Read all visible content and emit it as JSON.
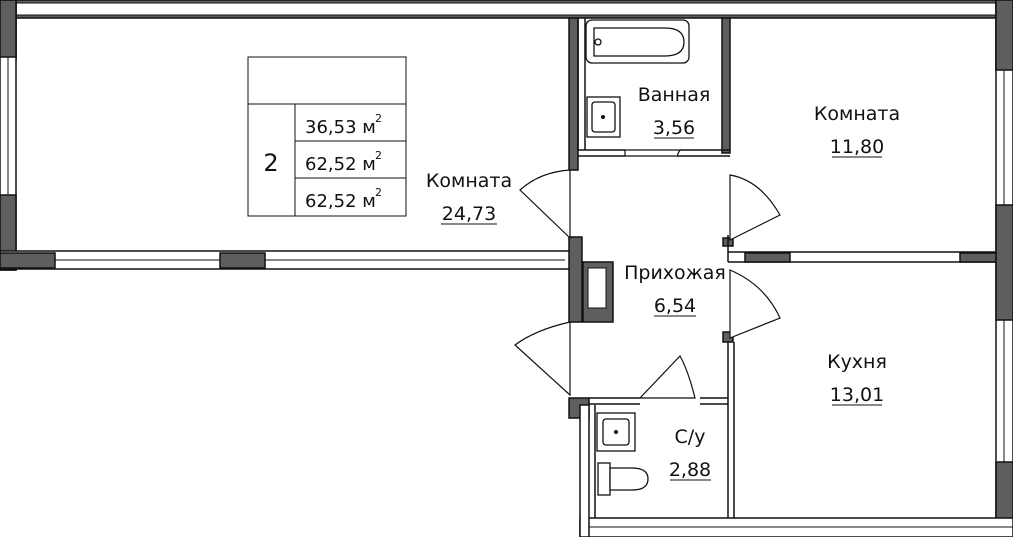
{
  "summary": {
    "rooms_count": "2",
    "area_living": "36,53 м",
    "area_total": "62,52 м",
    "area_total_with_balcony": "62,52 м",
    "area_unit_superscript": "2"
  },
  "rooms": [
    {
      "name": "Комната",
      "area": "24,73"
    },
    {
      "name": "Ванная",
      "area": "3,56"
    },
    {
      "name": "Комната",
      "area": "11,80"
    },
    {
      "name": "Прихожая",
      "area": "6,54"
    },
    {
      "name": "Кухня",
      "area": "13,01"
    },
    {
      "name": "С/у",
      "area": "2,88"
    }
  ],
  "colors": {
    "wall_fill": "#5e5e5e",
    "line": "#111111",
    "background": "#ffffff"
  }
}
